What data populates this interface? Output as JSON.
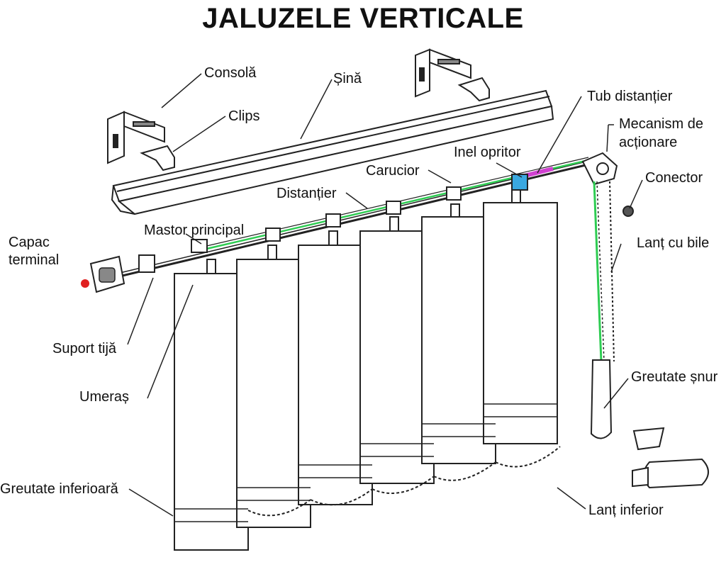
{
  "title": "JALUZELE VERTICALE",
  "labels": {
    "consola": "Consolă",
    "sina": "Șină",
    "clips": "Clips",
    "tub_distantier": "Tub distanțier",
    "mecanism_l1": "Mecanism de",
    "mecanism_l2": "acționare",
    "inel_opritor": "Inel opritor",
    "carucior": "Carucior",
    "conector": "Conector",
    "distantier": "Distanțier",
    "mastor_principal": "Mastor principal",
    "capac_l1": "Capac",
    "capac_l2": "terminal",
    "lant_cu_bile": "Lanț cu bile",
    "suport_tija": "Suport tijă",
    "umeras": "Umeraș",
    "greutate_snur": "Greutate șnur",
    "greutate_inferioara": "Greutate inferioară",
    "lant_inferior": "Lanț inferior"
  },
  "colors": {
    "line": "#222222",
    "highlight_green": "#2ecc52",
    "highlight_cyan": "#3aa8e0",
    "highlight_magenta": "#d040d0",
    "highlight_red": "#e02020"
  }
}
